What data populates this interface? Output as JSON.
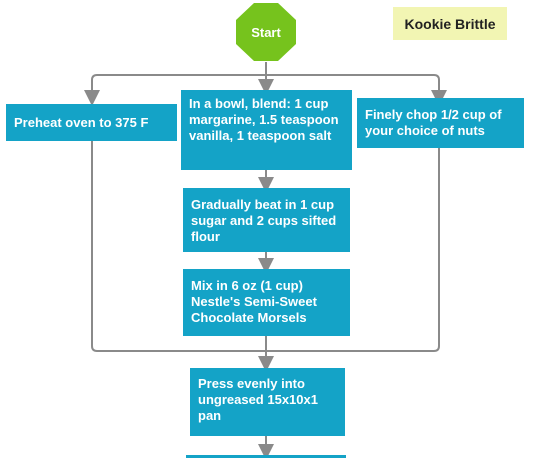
{
  "diagram": {
    "start_label": "Start",
    "note": "Kookie Brittle",
    "steps": [
      "Preheat oven to 375 F",
      "In a bowl, blend: 1 cup margarine, 1.5 teaspoon vanilla, 1 teaspoon salt",
      "Finely chop 1/2 cup of your choice of nuts",
      "Gradually beat in 1 cup sugar and 2 cups sifted flour",
      "Mix in 6 oz (1 cup) Nestle's Semi-Sweet Chocolate Morsels",
      "Press evenly into ungreased 15x10x1 pan"
    ]
  },
  "colors": {
    "box_fill": "#14a3c7",
    "start_fill": "#76c31d",
    "note_fill": "#f2f5b3",
    "connector": "#8a8a8a"
  }
}
